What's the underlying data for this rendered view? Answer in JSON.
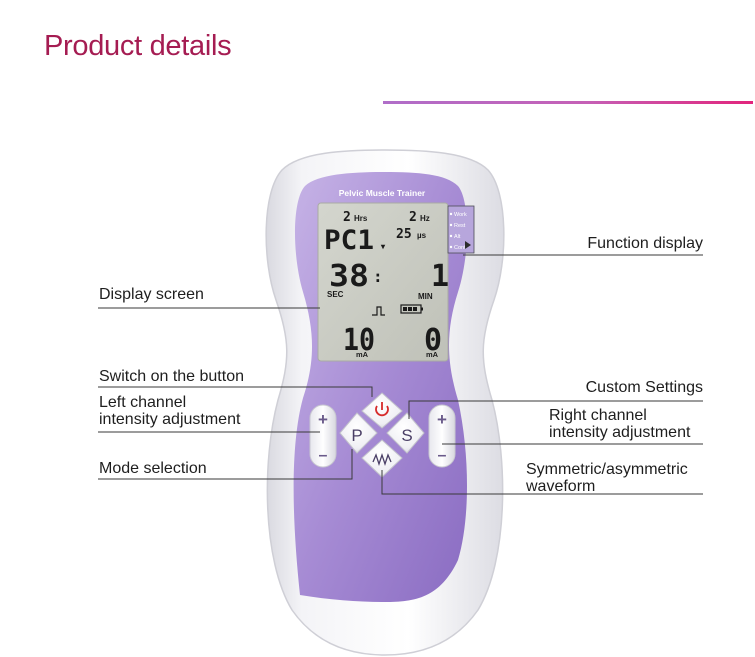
{
  "page": {
    "title": "Product details"
  },
  "device": {
    "brand_label": "Pelvic Muscle Trainer",
    "lcd": {
      "hrs_value": "2",
      "hrs_unit": "Hrs",
      "hz_value": "2",
      "hz_unit": "Hz",
      "program": "PC1",
      "pulse_value": "25",
      "pulse_unit": "µs",
      "time_left": "38",
      "time_right": "1",
      "sec_label": "SEC",
      "min_label": "MIN",
      "intensity_left": "10",
      "intensity_right": "0",
      "ma_left": "mA",
      "ma_right": "mA"
    },
    "side_panel": [
      "Work",
      "Rest",
      "Alt",
      "Cont"
    ],
    "buttons": {
      "plus": "+",
      "minus": "–",
      "program": "P",
      "settings": "S"
    }
  },
  "callouts": {
    "function_display": "Function display",
    "display_screen": "Display screen",
    "switch_on": "Switch on the button",
    "left_channel_1": "Left channel",
    "left_channel_2": "intensity adjustment",
    "mode_selection": "Mode selection",
    "custom_settings": "Custom Settings",
    "right_channel_1": "Right channel",
    "right_channel_2": "intensity adjustment",
    "waveform_1": "Symmetric/asymmetric",
    "waveform_2": "waveform"
  },
  "colors": {
    "title": "#a51c52",
    "body_purple": "#9b7fcb",
    "lcd_bg": "#c9cbc3"
  }
}
